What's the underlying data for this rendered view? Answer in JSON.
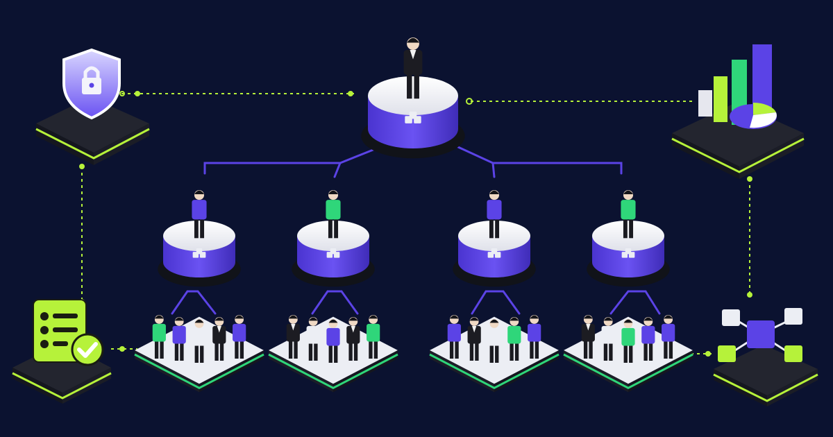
{
  "colors": {
    "background": "#0b1230",
    "accent_purple": "#5b43e6",
    "accent_lime": "#b6f23a",
    "accent_green": "#2fd67a",
    "platform_dark": "#1d1f29",
    "platform_white": "#eceef4"
  },
  "hierarchy": {
    "root": {
      "role": "leader",
      "icon": "cubes-icon",
      "attire": "black-suit"
    },
    "managers": [
      {
        "attire": "purple",
        "icon": "cubes-icon",
        "team": [
          "green",
          "purple",
          "white",
          "black",
          "purple"
        ]
      },
      {
        "attire": "green",
        "icon": "cubes-icon",
        "team": [
          "black",
          "white",
          "purple",
          "black",
          "green"
        ]
      },
      {
        "attire": "purple",
        "icon": "cubes-icon",
        "team": [
          "purple",
          "black",
          "white",
          "green",
          "purple"
        ]
      },
      {
        "attire": "green",
        "icon": "cubes-icon",
        "team": [
          "black",
          "white",
          "green",
          "purple",
          "purple"
        ]
      }
    ]
  },
  "side_tiles": [
    {
      "icon": "security-shield-lock-icon"
    },
    {
      "icon": "analytics-chart-icon"
    },
    {
      "icon": "checklist-approval-icon"
    },
    {
      "icon": "network-nodes-icon"
    }
  ]
}
